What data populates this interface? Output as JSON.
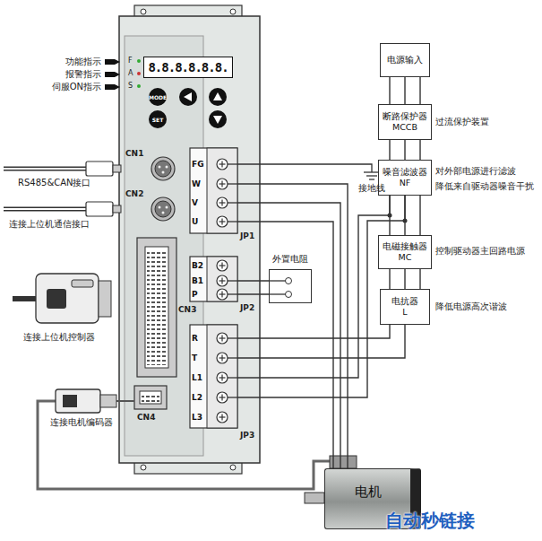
{
  "diagram": {
    "nodes": [
      {
        "text": [
          "8.8.8.8.8.8."
        ]
      },
      {
        "text": [
          "MODE"
        ]
      },
      {
        "text": [
          "SET"
        ]
      },
      {
        "text": [
          "FG",
          "W",
          "V",
          "U"
        ]
      },
      {
        "text": [
          "B2",
          "B1",
          "P"
        ]
      },
      {
        "text": [
          "R",
          "T",
          "L1",
          "L2",
          "L3"
        ]
      },
      {
        "text": [
          "电源输入"
        ]
      },
      {
        "text": [
          "断路保护器",
          "MCCB"
        ]
      },
      {
        "text": [
          "噪音滤波器",
          "NF"
        ]
      },
      {
        "text": [
          "电磁接触器",
          "MC"
        ]
      },
      {
        "text": [
          "电抗器",
          "L"
        ]
      },
      {
        "text": [
          "外置电阻"
        ]
      },
      {
        "text": [
          "电机"
        ]
      }
    ],
    "edges": [
      {
        "from": 6,
        "to": 7,
        "arrow": "none"
      },
      {
        "from": 7,
        "to": 8,
        "arrow": "none"
      },
      {
        "from": 8,
        "to": 9,
        "arrow": "none"
      },
      {
        "from": 9,
        "to": 10,
        "arrow": "none"
      },
      {
        "from": 10,
        "to": 5,
        "arrow": "none"
      },
      {
        "from": 8,
        "to": 5,
        "arrow": "none"
      },
      {
        "from": 3,
        "to": 12,
        "arrow": "none"
      },
      {
        "from": 11,
        "to": 4,
        "arrow": "none"
      }
    ],
    "labels": [
      "功能指示",
      "报警指示",
      "伺服ON指示",
      "F",
      "A",
      "S",
      "CN1",
      "CN2",
      "CN3",
      "CN4",
      "JP1",
      "JP2",
      "JP3",
      "RS485&CAN接口",
      "连接上位机通信接口",
      "连接上位机控制器",
      "连接电机编码器",
      "接地线",
      "过流保护装置",
      "对外部电源进行滤波",
      "降低来自驱动器噪音干扰",
      "控制驱动器主回路电源",
      "降低电源高次谐波",
      "自动秒链接"
    ]
  }
}
